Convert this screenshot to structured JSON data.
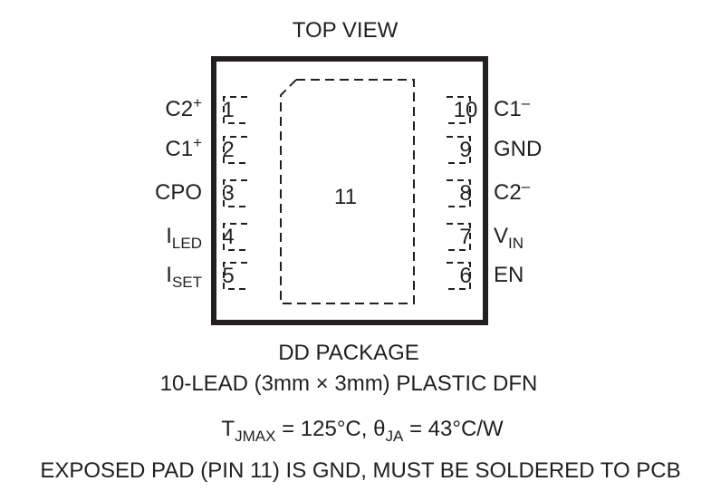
{
  "title": "TOP VIEW",
  "pad_number": "11",
  "left_pins": [
    {
      "number": "1",
      "name": "C2",
      "sup": "+",
      "sub": ""
    },
    {
      "number": "2",
      "name": "C1",
      "sup": "+",
      "sub": ""
    },
    {
      "number": "3",
      "name": "CPO",
      "sup": "",
      "sub": ""
    },
    {
      "number": "4",
      "name": "I",
      "sup": "",
      "sub": "LED"
    },
    {
      "number": "5",
      "name": "I",
      "sup": "",
      "sub": "SET"
    }
  ],
  "right_pins": [
    {
      "number": "10",
      "name": "C1",
      "sup": "–",
      "sub": ""
    },
    {
      "number": "9",
      "name": "GND",
      "sup": "",
      "sub": ""
    },
    {
      "number": "8",
      "name": "C2",
      "sup": "–",
      "sub": ""
    },
    {
      "number": "7",
      "name": "V",
      "sup": "",
      "sub": "IN"
    },
    {
      "number": "6",
      "name": "EN",
      "sup": "",
      "sub": ""
    }
  ],
  "package": {
    "name": "DD PACKAGE",
    "description": "10-LEAD (3mm × 3mm) PLASTIC DFN"
  },
  "thermal": {
    "tj_symbol": "T",
    "tj_sub": "JMAX",
    "tj_value": " = 125°C, ",
    "theta_symbol": "θ",
    "theta_sub": "JA",
    "theta_value": " = 43°C/W"
  },
  "note": "EXPOSED PAD (PIN 11) IS GND, MUST BE SOLDERED TO PCB",
  "colors": {
    "ink": "#231f20"
  }
}
